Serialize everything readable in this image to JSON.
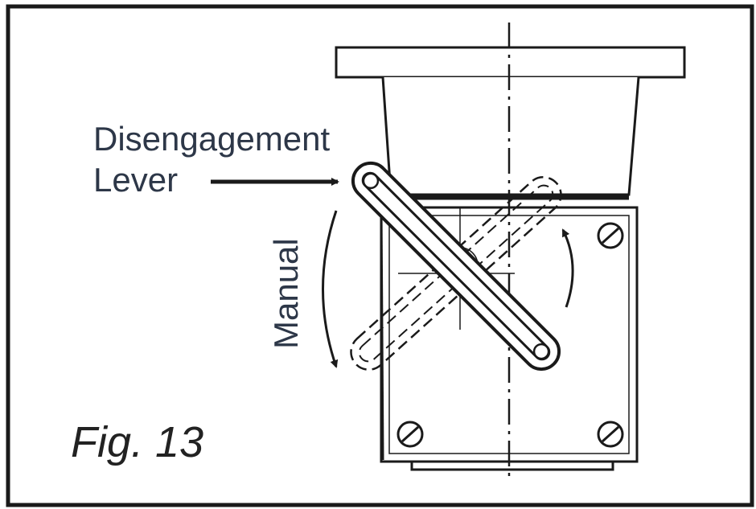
{
  "figure": {
    "label": "Fig. 13"
  },
  "labels": {
    "lever_line1": "Disengagement",
    "lever_line2": "Lever",
    "rotation": "Manual"
  },
  "colors": {
    "ink": "#1a1a1a",
    "label_text": "#2d3748",
    "background": "#ffffff"
  }
}
